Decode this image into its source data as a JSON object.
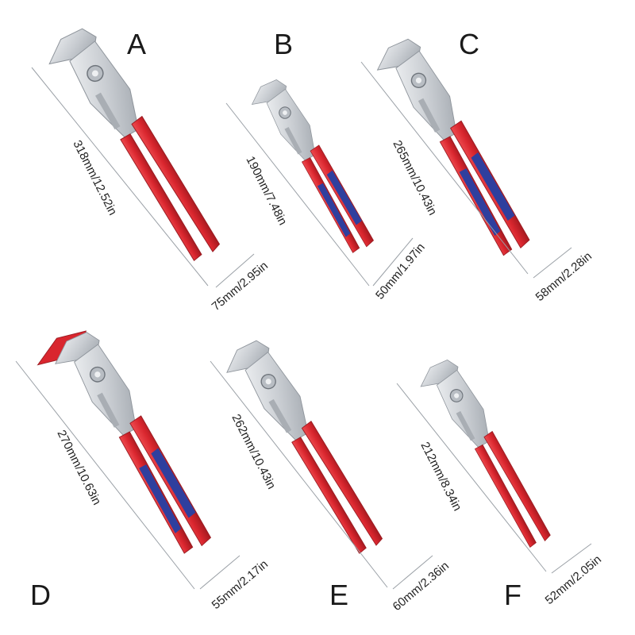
{
  "colors": {
    "steel": "#cfd3d8",
    "steel_dark": "#8e949b",
    "red": "#d9262e",
    "red_dark": "#a51a20",
    "blue": "#2f3f9e",
    "line": "#9aa0a6"
  },
  "tools": [
    {
      "letter": "A",
      "length": "318mm/12.52in",
      "width": "75mm/2.95in",
      "handles": "red"
    },
    {
      "letter": "B",
      "length": "190mm/7.48in",
      "width": "50mm/1.97in",
      "handles": "red-blue"
    },
    {
      "letter": "C",
      "length": "265mm/10.43in",
      "width": "58mm/2.28in",
      "handles": "red-blue"
    },
    {
      "letter": "D",
      "length": "270mm/10.63in",
      "width": "55mm/2.17in",
      "handles": "red-blue"
    },
    {
      "letter": "E",
      "length": "262mm/10.43in",
      "width": "60mm/2.36in",
      "handles": "red"
    },
    {
      "letter": "F",
      "length": "212mm/8.34in",
      "width": "52mm/2.05in",
      "handles": "red"
    }
  ]
}
